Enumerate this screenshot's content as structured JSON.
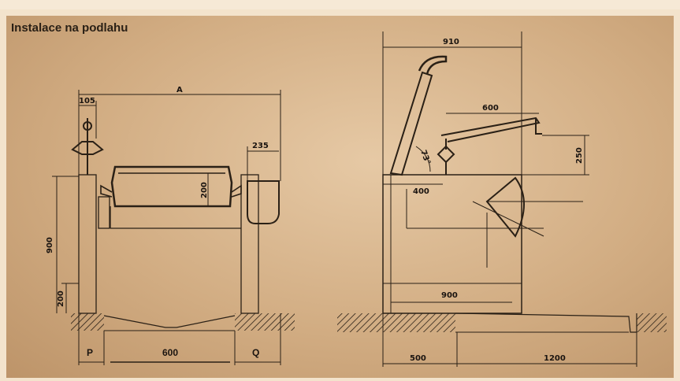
{
  "title": "Instalace na podlahu",
  "front": {
    "label_A": "A",
    "dim_105": "105",
    "dim_235": "235",
    "dim_200_pan": "200",
    "dim_900": "900",
    "dim_200_base": "200",
    "label_P": "P",
    "dim_600": "600",
    "label_Q": "Q"
  },
  "side": {
    "dim_910": "910",
    "dim_600": "600",
    "dim_250": "250",
    "dim_400": "400",
    "angle": "73°",
    "dim_900": "900",
    "dim_500": "500",
    "dim_1200": "1200"
  }
}
